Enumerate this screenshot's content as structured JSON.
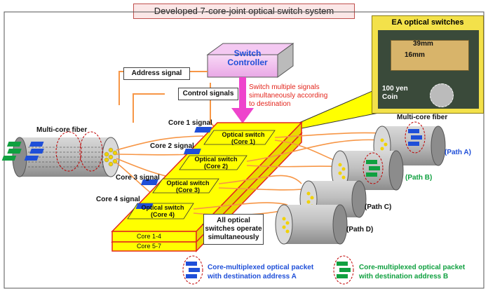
{
  "title": "Developed 7-core-joint optical switch system",
  "controller": {
    "line1": "Switch",
    "line2": "Controller"
  },
  "address_signal": "Address signal",
  "control_signals": "Control signals",
  "switch_note": [
    "Switch multiple signals",
    "simultaneously according",
    "to destination"
  ],
  "ea_panel": {
    "title": "EA optical switches",
    "dim_w": "39mm",
    "dim_h": "16mm",
    "coin": [
      "100 yen",
      "Coin"
    ]
  },
  "fiber_left_label": "Multi-core fiber",
  "fiber_right_label": "Multi-core fiber",
  "core_signals": [
    "Core 1 signal",
    "Core 2 signal",
    "Core 3 signal",
    "Core 4 signal"
  ],
  "switches": [
    {
      "line1": "Optical switch",
      "line2": "(Core 1)"
    },
    {
      "line1": "Optical switch",
      "line2": "(Core 2)"
    },
    {
      "line1": "Optical switch",
      "line2": "(Core 3)"
    },
    {
      "line1": "Optical switch",
      "line2": "(Core 4)"
    }
  ],
  "layers": [
    "Core 1-4",
    "Core 5-7"
  ],
  "simultaneous_note": [
    "All optical",
    "switches operate",
    "simultaneously"
  ],
  "paths": [
    "(Path A)",
    "(Path B)",
    "(Path C)",
    "(Path D)"
  ],
  "legend": {
    "a": [
      "Core-multiplexed optical packet",
      "with destination address A"
    ],
    "b": [
      "Core-multiplexed optical packet",
      "with destination address B"
    ]
  },
  "colors": {
    "orange": "#f79646",
    "yellow": "#ffff00",
    "switch_red": "#e3261d",
    "packet_blue": "#1f4fd8",
    "packet_green": "#10a040",
    "pink": "#ee44cc",
    "panel": "#f3e14a"
  }
}
